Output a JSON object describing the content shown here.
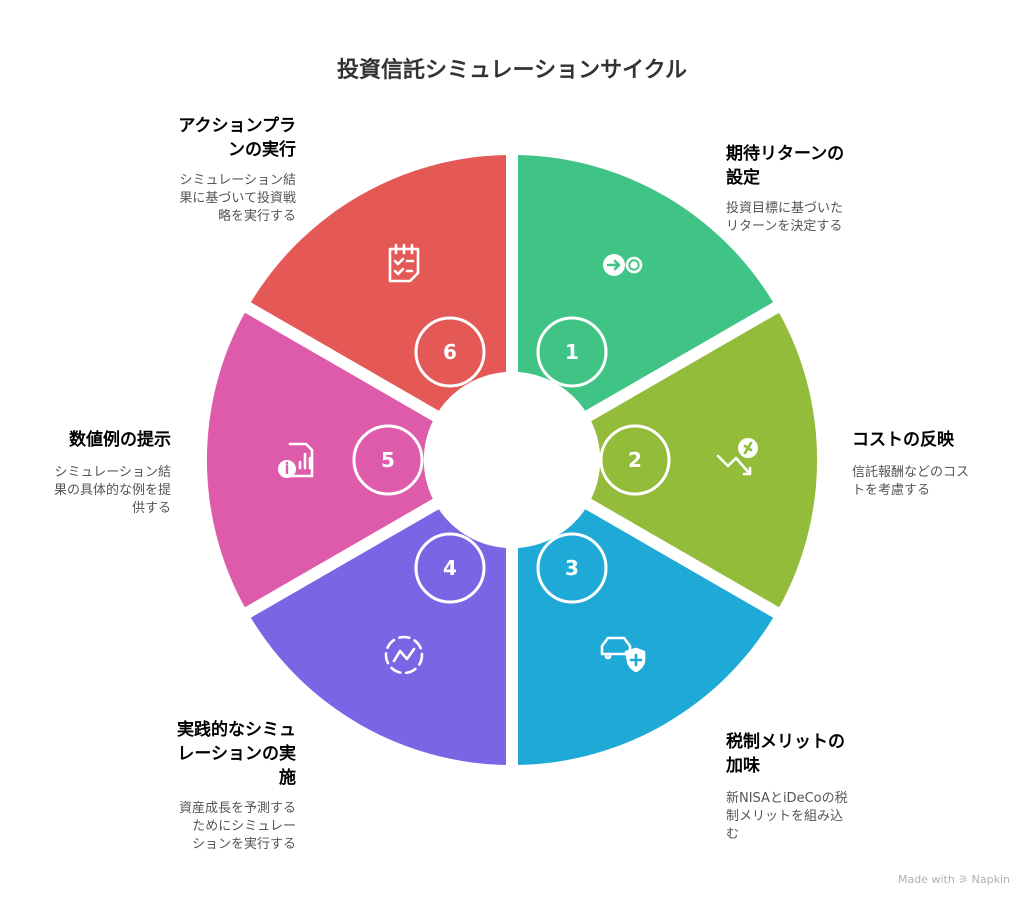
{
  "title": "投資信託シミュレーションサイクル",
  "colors": {
    "step1": "#40C486",
    "step2": "#93BC3A",
    "step3": "#1FA9D6",
    "step4": "#7B65E5",
    "step5": "#DE5BAB",
    "step6": "#E45856"
  },
  "steps": [
    {
      "number": "1",
      "icon": "target-arrow-icon",
      "title_lines": [
        "期待リターンの",
        "設定"
      ],
      "desc_lines": [
        "投資目標に基づいた",
        "リターンを決定する"
      ]
    },
    {
      "number": "2",
      "icon": "cost-decline-icon",
      "title_lines": [
        "コストの反映"
      ],
      "desc_lines": [
        "信託報酬などのコス",
        "トを考慮する"
      ]
    },
    {
      "number": "3",
      "icon": "car-shield-icon",
      "title_lines": [
        "税制メリットの",
        "加味"
      ],
      "desc_lines": [
        "新NISAとiDeCoの税",
        "制メリットを組み込",
        "む"
      ]
    },
    {
      "number": "4",
      "icon": "trend-chart-icon",
      "title_lines": [
        "実践的なシミュ",
        "レーションの実",
        "施"
      ],
      "desc_lines": [
        "資産成長を予測する",
        "ためにシミュレー",
        "ションを実行する"
      ]
    },
    {
      "number": "5",
      "icon": "document-chart-info-icon",
      "title_lines": [
        "数値例の提示"
      ],
      "desc_lines": [
        "シミュレーション結",
        "果の具体的な例を提",
        "供する"
      ]
    },
    {
      "number": "6",
      "icon": "checklist-icon",
      "title_lines": [
        "アクションプラ",
        "ンの実行"
      ],
      "desc_lines": [
        "シミュレーション結",
        "果に基づいて投資戦",
        "略を実行する"
      ]
    }
  ],
  "watermark": "Made with ⚞ Napkin"
}
